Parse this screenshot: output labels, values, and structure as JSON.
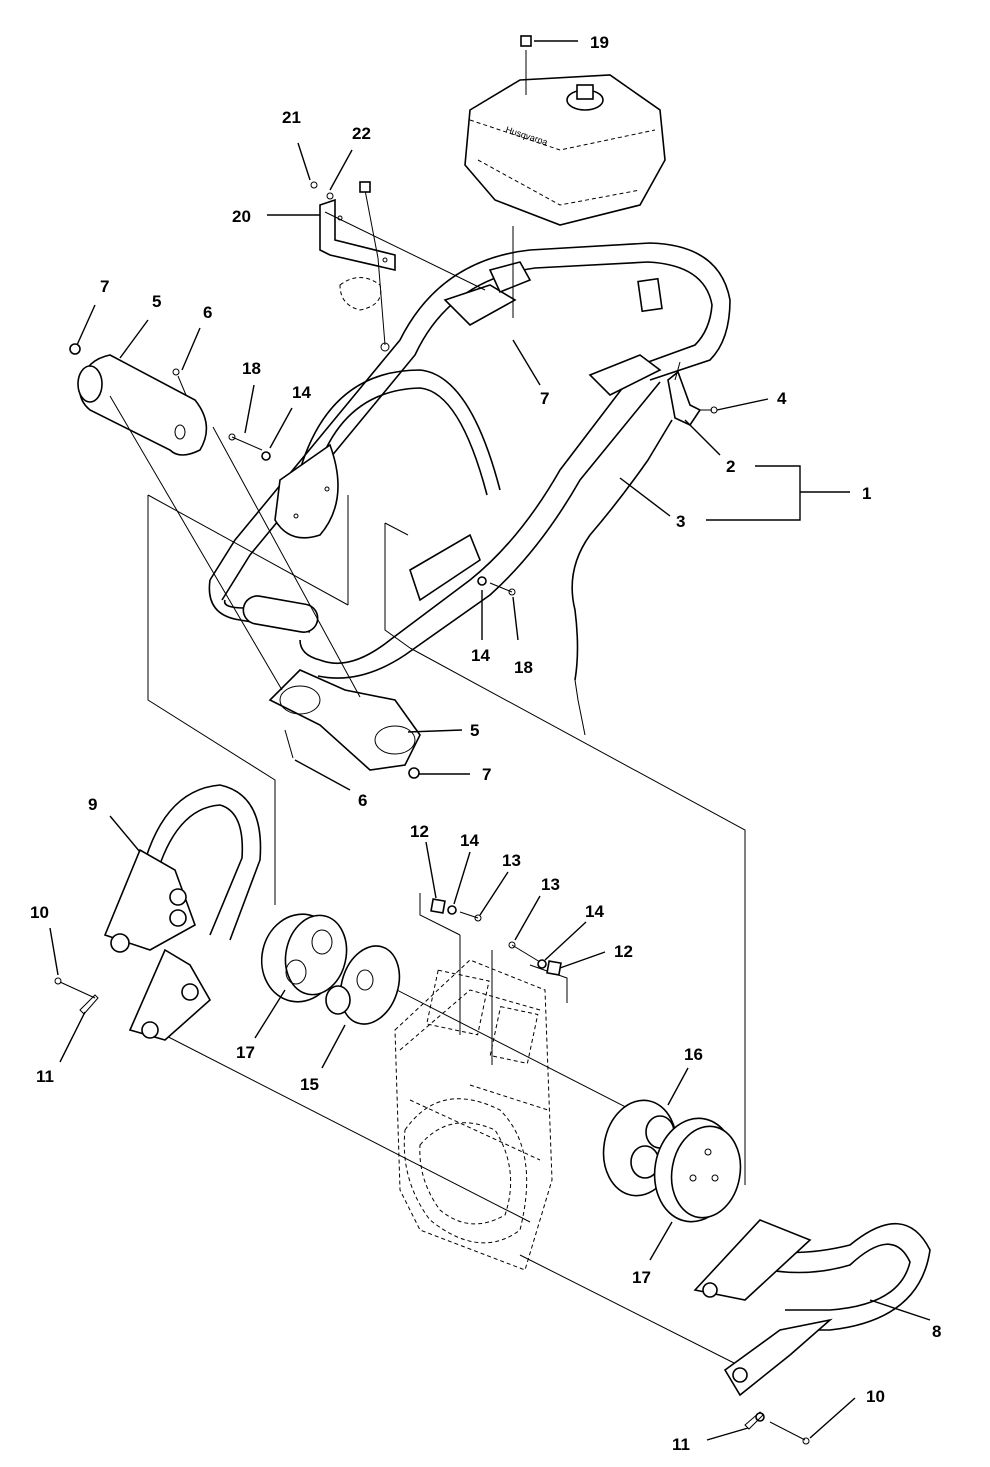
{
  "callouts": [
    {
      "id": "c19a",
      "label": "19"
    },
    {
      "id": "c21",
      "label": "21"
    },
    {
      "id": "c22",
      "label": "22"
    },
    {
      "id": "c20",
      "label": "20"
    },
    {
      "id": "c7a",
      "label": "7"
    },
    {
      "id": "c5a",
      "label": "5"
    },
    {
      "id": "c6a",
      "label": "6"
    },
    {
      "id": "c18a",
      "label": "18"
    },
    {
      "id": "c14a",
      "label": "14"
    },
    {
      "id": "c7b",
      "label": "7"
    },
    {
      "id": "c4",
      "label": "4"
    },
    {
      "id": "c2",
      "label": "2"
    },
    {
      "id": "c1",
      "label": "1"
    },
    {
      "id": "c3",
      "label": "3"
    },
    {
      "id": "c14b",
      "label": "14"
    },
    {
      "id": "c18b",
      "label": "18"
    },
    {
      "id": "c5b",
      "label": "5"
    },
    {
      "id": "c7c",
      "label": "7"
    },
    {
      "id": "c6b",
      "label": "6"
    },
    {
      "id": "c9",
      "label": "9"
    },
    {
      "id": "c12a",
      "label": "12"
    },
    {
      "id": "c14c",
      "label": "14"
    },
    {
      "id": "c13a",
      "label": "13"
    },
    {
      "id": "c13b",
      "label": "13"
    },
    {
      "id": "c14d",
      "label": "14"
    },
    {
      "id": "c12b",
      "label": "12"
    },
    {
      "id": "c10a",
      "label": "10"
    },
    {
      "id": "c11a",
      "label": "11"
    },
    {
      "id": "c17a",
      "label": "17"
    },
    {
      "id": "c15",
      "label": "15"
    },
    {
      "id": "c16",
      "label": "16"
    },
    {
      "id": "c17b",
      "label": "17"
    },
    {
      "id": "c8",
      "label": "8"
    },
    {
      "id": "c11b",
      "label": "11"
    },
    {
      "id": "c10b",
      "label": "10"
    }
  ],
  "tank_brand": "Husqvarna"
}
